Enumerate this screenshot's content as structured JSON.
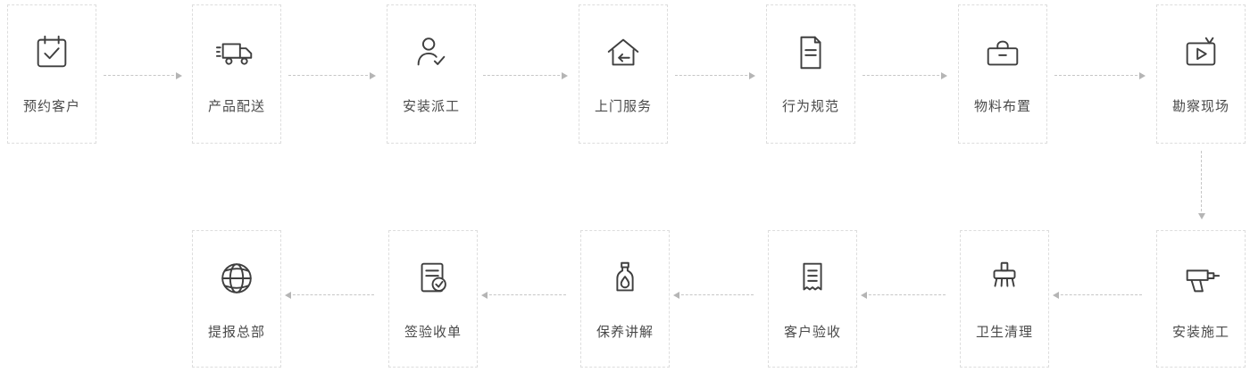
{
  "colors": {
    "icon_stroke": "#3f3f3f",
    "label_text": "#4a4a4a",
    "box_border": "#dddddd",
    "arrow": "#c6c6c6",
    "background": "#ffffff"
  },
  "top_steps": [
    {
      "label": "预约客户",
      "icon": "calendar-check-icon"
    },
    {
      "label": "产品配送",
      "icon": "delivery-truck-icon"
    },
    {
      "label": "安装派工",
      "icon": "worker-dispatch-icon"
    },
    {
      "label": "上门服务",
      "icon": "home-service-icon"
    },
    {
      "label": "行为规范",
      "icon": "document-rules-icon"
    },
    {
      "label": "物料布置",
      "icon": "materials-box-icon"
    },
    {
      "label": "勘察现场",
      "icon": "site-survey-screen-icon"
    }
  ],
  "bottom_steps": [
    {
      "label": "提报总部",
      "icon": "globe-icon"
    },
    {
      "label": "签验收单",
      "icon": "signed-receipt-icon"
    },
    {
      "label": "保养讲解",
      "icon": "maintenance-oil-icon"
    },
    {
      "label": "客户验收",
      "icon": "customer-acceptance-receipt-icon"
    },
    {
      "label": "卫生清理",
      "icon": "cleaning-brush-icon"
    },
    {
      "label": "安装施工",
      "icon": "drill-icon"
    }
  ]
}
